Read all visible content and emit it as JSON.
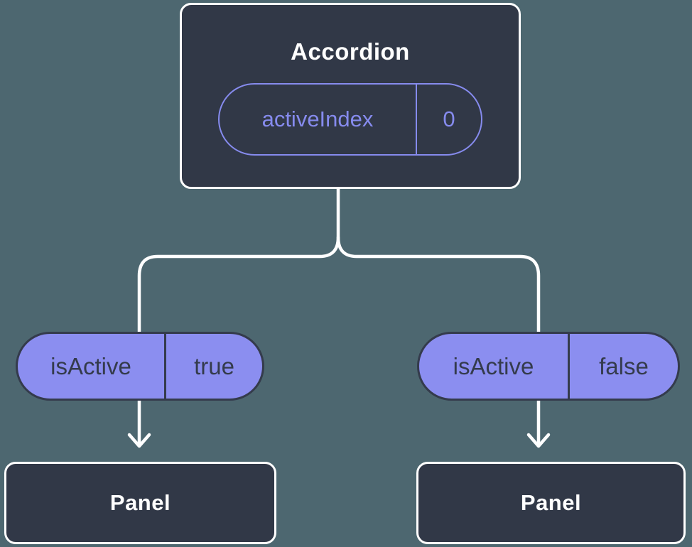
{
  "colors": {
    "background": "#4d6770",
    "node_background": "#313847",
    "node_border": "#ffffff",
    "accent_purple": "#868bee",
    "pill_fill": "#8b8ef0",
    "pill_text": "#343b4c",
    "connector": "#ffffff"
  },
  "tree": {
    "root": {
      "title": "Accordion",
      "prop": {
        "name": "activeIndex",
        "value": "0"
      }
    },
    "branches": [
      {
        "prop": {
          "name": "isActive",
          "value": "true"
        },
        "child": {
          "title": "Panel"
        }
      },
      {
        "prop": {
          "name": "isActive",
          "value": "false"
        },
        "child": {
          "title": "Panel"
        }
      }
    ]
  }
}
